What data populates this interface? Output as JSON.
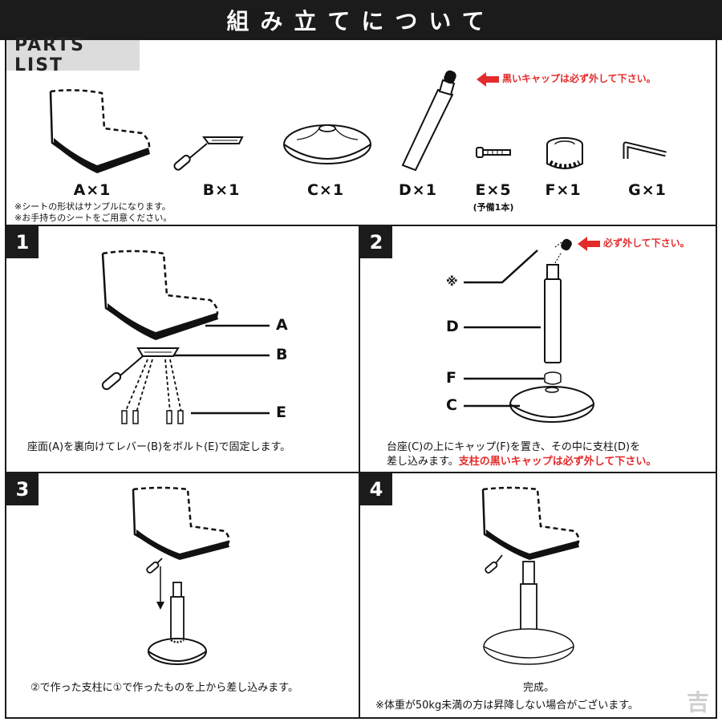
{
  "title": "組み立てについて",
  "parts_list_label": "PARTS LIST",
  "parts": [
    {
      "label": "A×1"
    },
    {
      "label": "B×1"
    },
    {
      "label": "C×1"
    },
    {
      "label": "D×1"
    },
    {
      "label": "E×5",
      "sub": "(予備1本)"
    },
    {
      "label": "F×1"
    },
    {
      "label": "G×1"
    }
  ],
  "parts_notes": [
    "※シートの形状はサンプルになります。",
    "※お手持ちのシートをご用意ください。"
  ],
  "cap_warning_top": "黒いキャップは必ず外して下さい。",
  "steps": [
    {
      "number": "1",
      "callouts": [
        "A",
        "B",
        "E"
      ],
      "caption": "座面(A)を裏向けてレバー(B)をボルト(E)で固定します。"
    },
    {
      "number": "2",
      "warning": "必ず外して下さい。",
      "callouts": [
        "※",
        "D",
        "F",
        "C"
      ],
      "caption_line1": "台座(C)の上にキャップ(F)を置き、その中に支柱(D)を",
      "caption_line2": "差し込みます。",
      "caption_red": "支柱の黒いキャップは必ず外して下さい。"
    },
    {
      "number": "3",
      "caption": "②で作った支柱に①で作ったものを上から差し込みます。"
    },
    {
      "number": "4",
      "caption_line1": "完成。",
      "caption_line2": "※体重が50kg未満の方は昇降しない場合がございます。"
    }
  ],
  "stamp": "吉",
  "colors": {
    "accent_red": "#e32b2b",
    "dark": "#1b1b1b",
    "label_bg": "#dcdcdc"
  }
}
